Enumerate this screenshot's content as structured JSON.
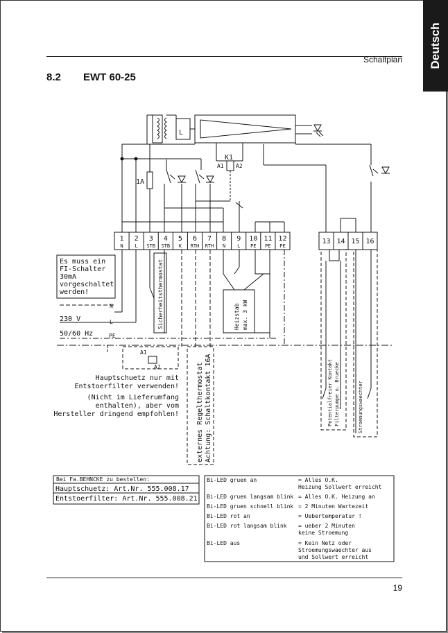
{
  "header": {
    "language_tab": "Deutsch",
    "section_label": "Schaltplan",
    "heading_number": "8.2",
    "heading_title": "EWT 60-25"
  },
  "page_number": "19",
  "diagram": {
    "relay_label": "K1",
    "relay_a1": "A1",
    "relay_a2": "A2",
    "inductor_label": "L",
    "fuse_label": "1A",
    "terminals": [
      {
        "num": "1",
        "sig": "N"
      },
      {
        "num": "2",
        "sig": "L"
      },
      {
        "num": "3",
        "sig": "STB"
      },
      {
        "num": "4",
        "sig": "STB"
      },
      {
        "num": "5",
        "sig": "K"
      },
      {
        "num": "6",
        "sig": "RTH"
      },
      {
        "num": "7",
        "sig": "RTH"
      },
      {
        "num": "8",
        "sig": "N"
      },
      {
        "num": "9",
        "sig": "L"
      },
      {
        "num": "10",
        "sig": "PE"
      },
      {
        "num": "11",
        "sig": "PE"
      },
      {
        "num": "12",
        "sig": "PE"
      }
    ],
    "terminals_right": [
      {
        "num": "13"
      },
      {
        "num": "14"
      },
      {
        "num": "15"
      },
      {
        "num": "16"
      }
    ],
    "fi_note": [
      "Es muss ein",
      "FI-Schalter",
      "30mA",
      "vorgeschaltet",
      "werden!"
    ],
    "stb_label": "Sicherheitsthermostat",
    "heater_label": [
      "Heizstab",
      "max. 3 kW"
    ],
    "mains_n": "N",
    "mains_l": "L",
    "mains_pe": "PE",
    "mains_voltage": "230 V",
    "mains_freq": "50/60 Hz",
    "contactor_a1": "A1",
    "contactor_a2": "A2",
    "contactor_note": [
      "Hauptschuetz nur mit",
      "Entstoerfilter verwenden!"
    ],
    "contactor_note2": [
      "(Nicht im Lieferumfang",
      "enthalten), aber vom",
      "Hersteller dringend empfohlen!"
    ],
    "ext_thermostat": [
      "externes Regelthermostat",
      "Achtung: Schaltkontakt 16A"
    ],
    "pump_contact": [
      "Potentialfreier Kontakt",
      "Filterpumpe o. Bruecke"
    ],
    "flow_switch": "Stroemungswaechter"
  },
  "order_box": {
    "title": "Bei Fa.BEHNCKE zu bestellen:",
    "rows": [
      "Hauptschuetz:  Art.Nr. 555.008.17",
      "Entstoerfilter: Art.Nr. 555.008.21"
    ]
  },
  "led_table": [
    {
      "state": "Bi-LED gruen an",
      "meaning": [
        "= Alles O.K.",
        "  Heizung Sollwert erreicht"
      ]
    },
    {
      "state": "Bi-LED gruen langsam blink",
      "meaning": [
        "= Alles O.K.  Heizung an"
      ]
    },
    {
      "state": "Bi-LED gruen schnell blink",
      "meaning": [
        "= 2 Minuten Wartezeit"
      ]
    },
    {
      "state": "Bi-LED rot an",
      "meaning": [
        "= Uebertemperatur !"
      ]
    },
    {
      "state": "Bi-LED rot langsam blink",
      "meaning": [
        "= ueber 2 Minuten",
        "  keine Stroemung"
      ]
    },
    {
      "state": "Bi-LED aus",
      "meaning": [
        "= Kein Netz oder",
        "  Stroemungswaechter aus",
        "  und Sollwert erreicht"
      ]
    }
  ]
}
